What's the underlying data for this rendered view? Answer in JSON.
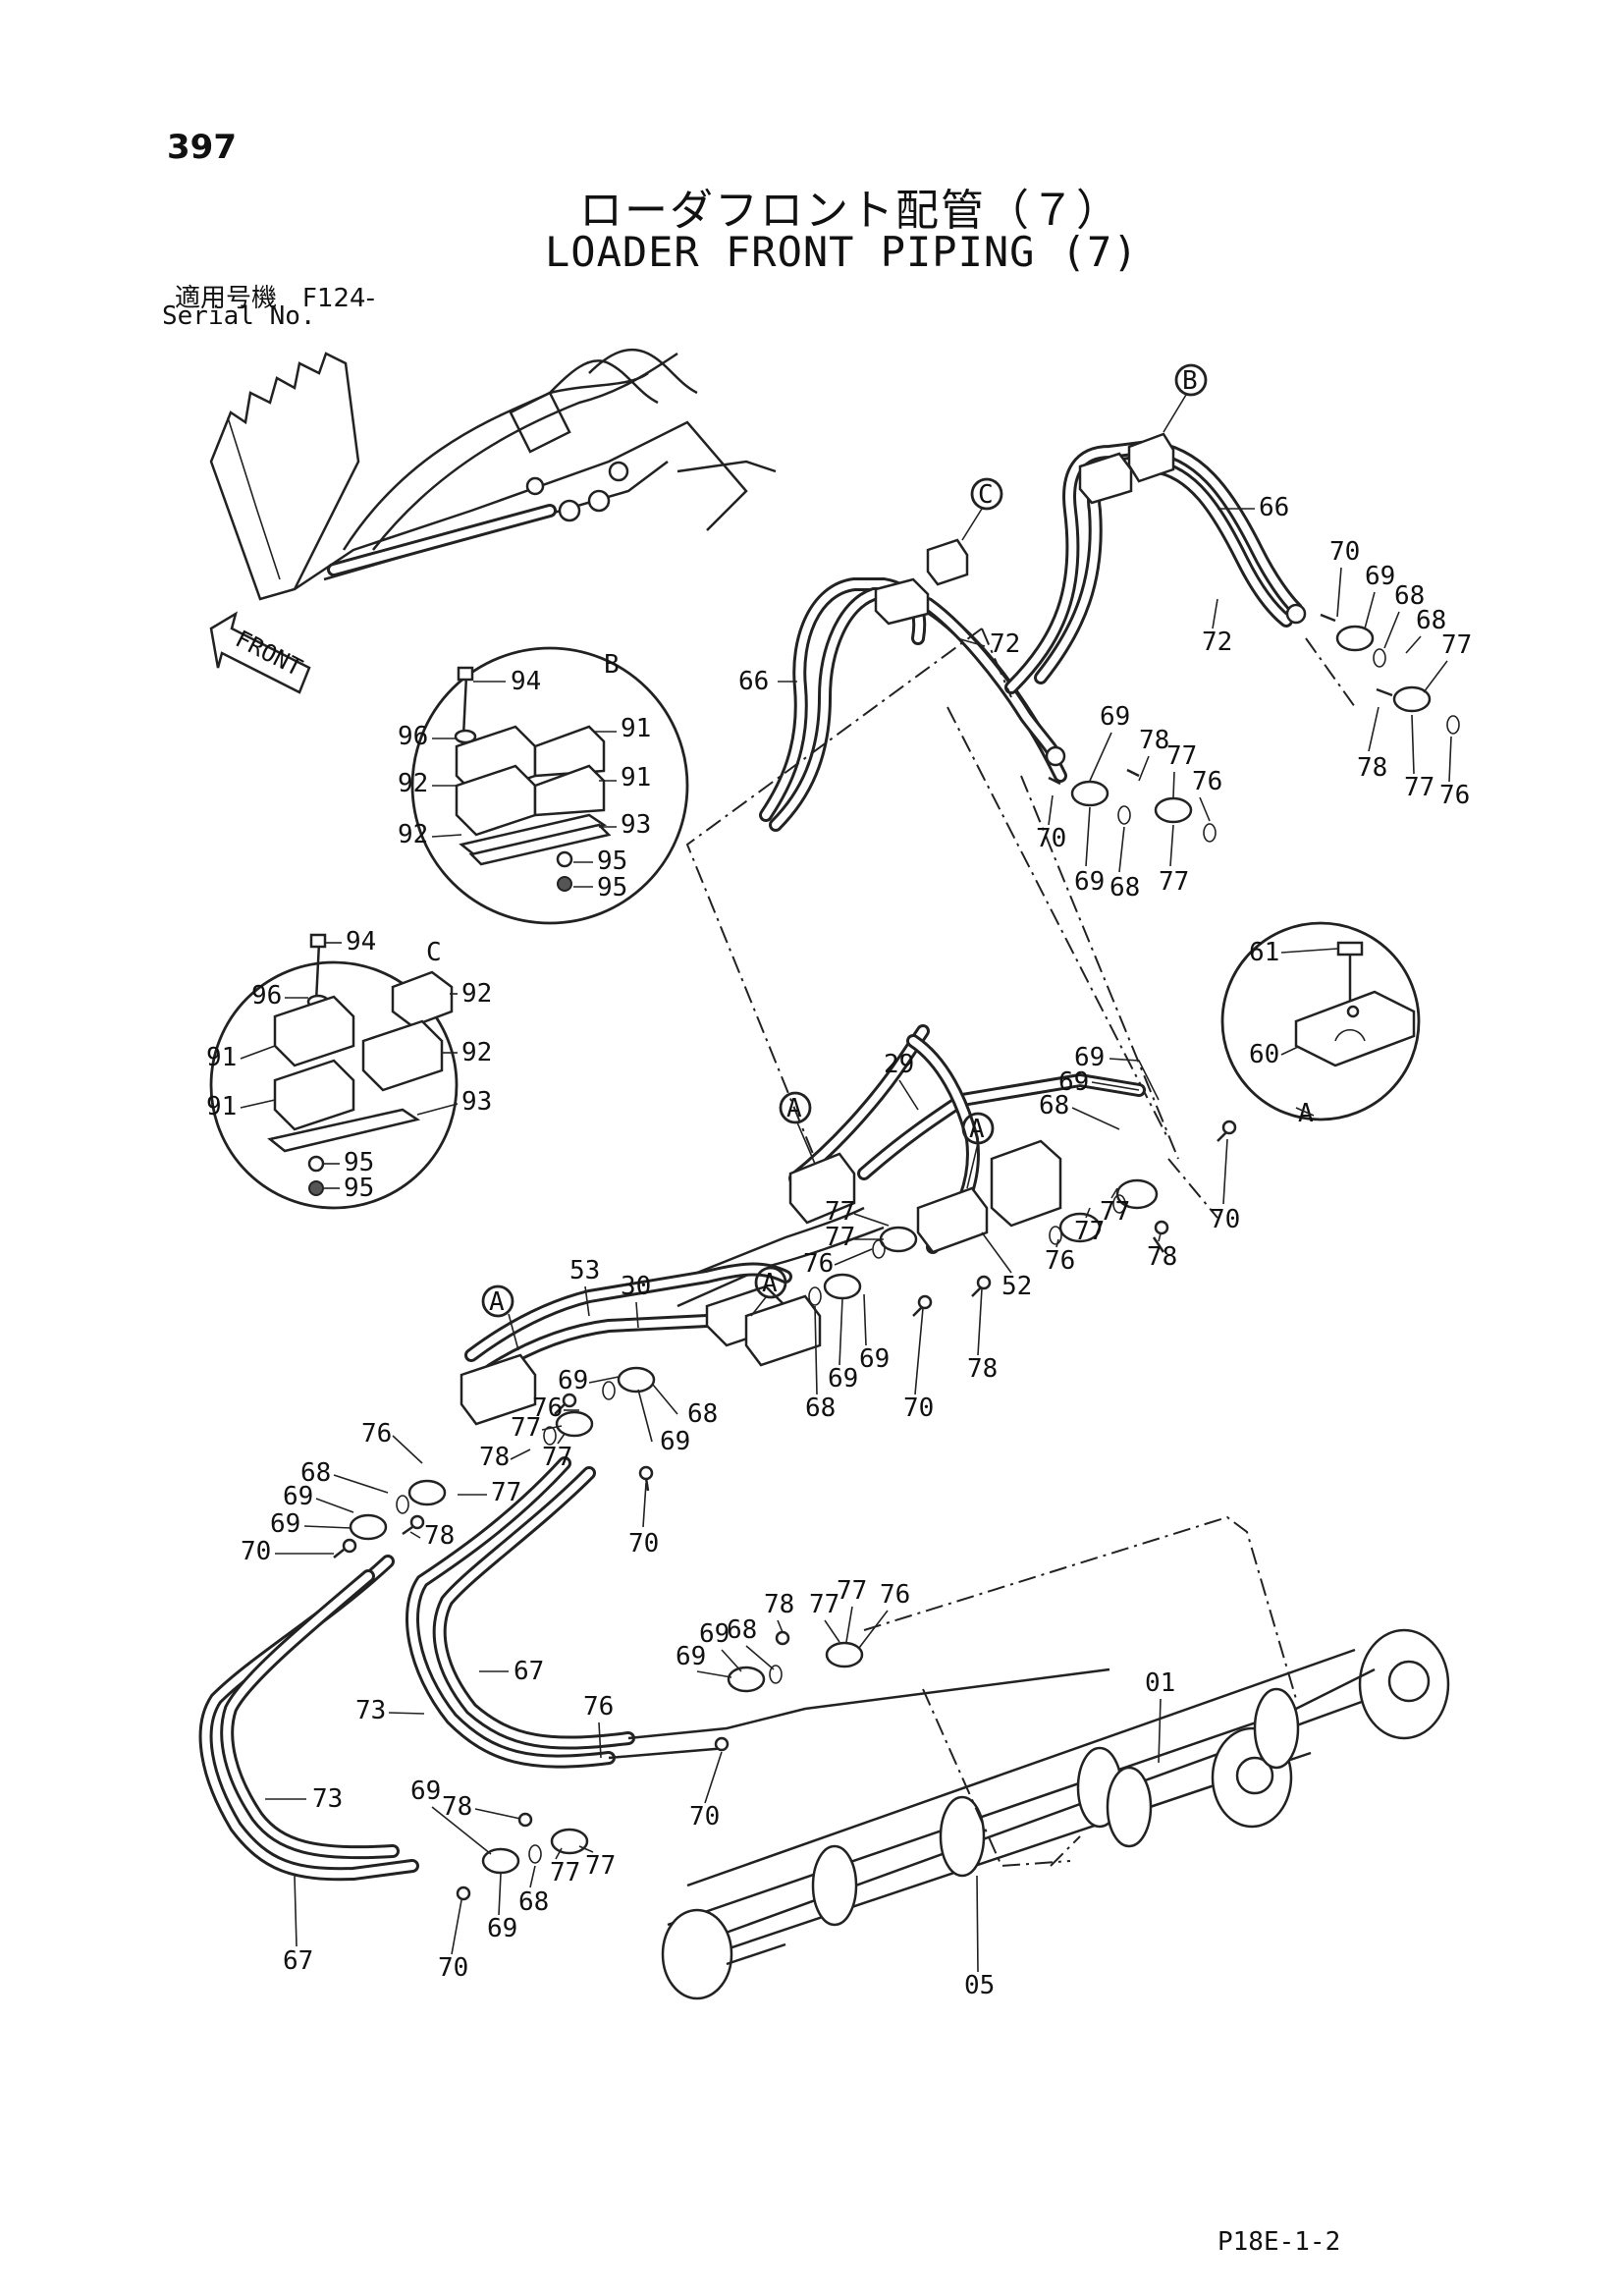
{
  "header": {
    "page_number": "397",
    "title_jp": "ローダフロント配管（７）",
    "title_en": "LOADER FRONT PIPING (7)",
    "serial_label_jp": "適用号機　F124-",
    "serial_label_en": "Serial No."
  },
  "footer": {
    "page_code": "P18E-1-2"
  },
  "detail_views": [
    {
      "letter": "A",
      "callouts": [
        "61",
        "60"
      ]
    },
    {
      "letter": "B",
      "callouts": [
        "94",
        "96",
        "91",
        "91",
        "92",
        "92",
        "93",
        "95",
        "95"
      ]
    },
    {
      "letter": "C",
      "callouts": [
        "94",
        "96",
        "92",
        "91",
        "92",
        "91",
        "93",
        "95",
        "95"
      ]
    }
  ],
  "view_markers": [
    "A",
    "A",
    "A",
    "A",
    "B",
    "C"
  ],
  "front_arrow_label": "FRONT",
  "callouts": [
    "66",
    "72",
    "70",
    "69",
    "68",
    "68",
    "77",
    "78",
    "77",
    "76",
    "66",
    "72",
    "69",
    "78",
    "77",
    "76",
    "70",
    "69",
    "68",
    "77",
    "29",
    "69",
    "69",
    "68",
    "77",
    "77",
    "76",
    "78",
    "70",
    "52",
    "77",
    "77",
    "76",
    "78",
    "69",
    "69",
    "70",
    "68",
    "53",
    "30",
    "76",
    "69",
    "68",
    "69",
    "77",
    "78",
    "77",
    "76",
    "68",
    "69",
    "69",
    "70",
    "77",
    "78",
    "70",
    "67",
    "73",
    "73",
    "78",
    "77",
    "77",
    "76",
    "69",
    "69",
    "68",
    "01",
    "76",
    "70",
    "69",
    "78",
    "77",
    "77",
    "68",
    "69",
    "70",
    "67",
    "05"
  ]
}
